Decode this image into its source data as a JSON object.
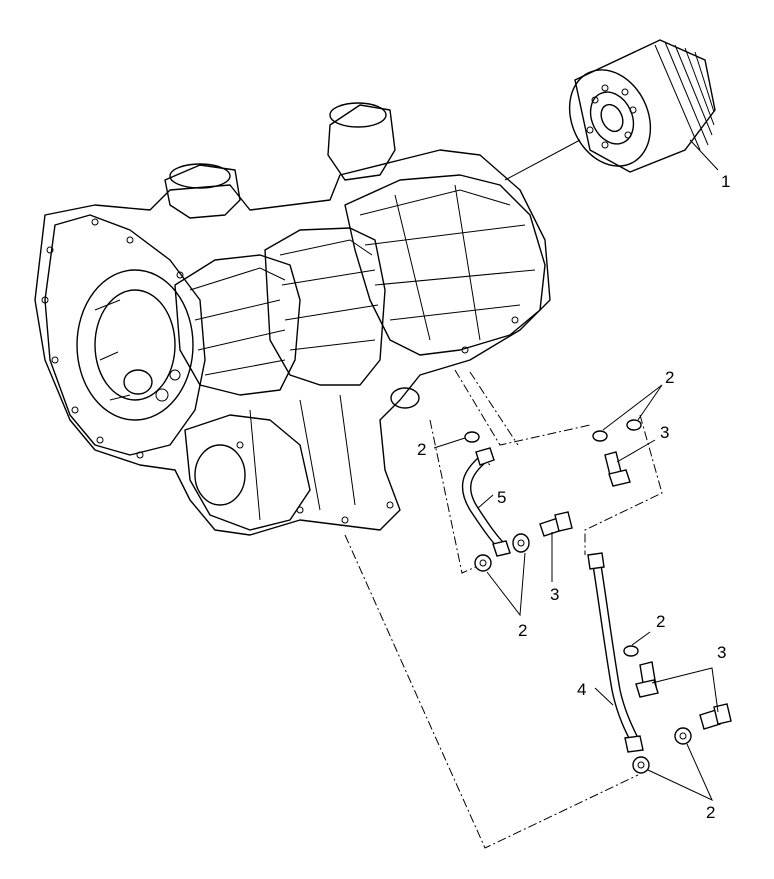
{
  "callouts": {
    "oil_filter": "1",
    "washers_upper_right": "2",
    "washer_upper_left": "2",
    "bolt_upper_right": "3",
    "line_upper": "5",
    "bolt_mid": "3",
    "washers_mid": "2",
    "washer_lower": "2",
    "bolts_lower": "3",
    "line_lower": "4",
    "washers_lower": "2"
  }
}
